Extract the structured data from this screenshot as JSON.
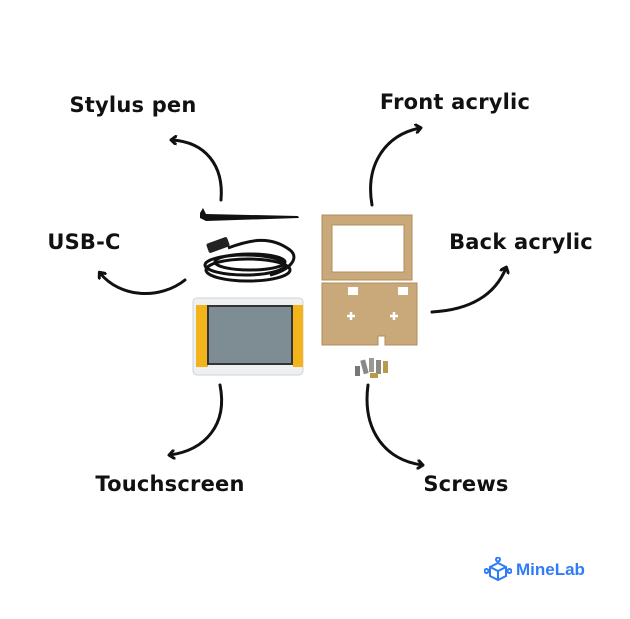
{
  "labels": {
    "stylus": "Stylus pen",
    "front": "Front acrylic",
    "usb": "USB-C",
    "back": "Back acrylic",
    "touch": "Touchscreen",
    "screws": "Screws"
  },
  "brand": {
    "name": "MineLab",
    "color": "#2f7cf6"
  }
}
